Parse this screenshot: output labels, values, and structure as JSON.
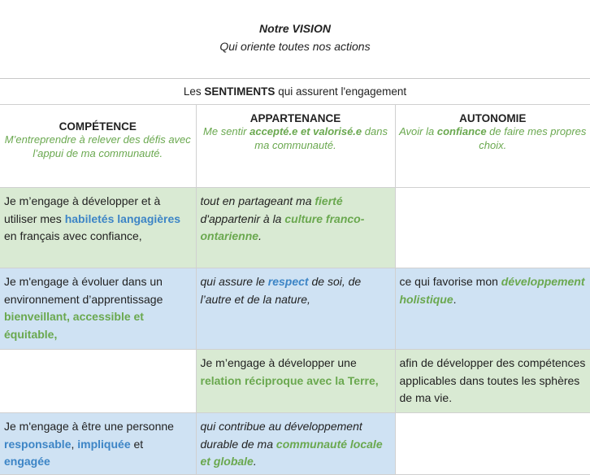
{
  "vision": {
    "title": "Notre VISION",
    "subtitle": "Qui oriente toutes nos actions"
  },
  "banner": {
    "pre": "Les ",
    "bold": "SENTIMENTS",
    "post": " qui assurent l'engagement"
  },
  "columns": [
    {
      "title": "COMPÉTENCE",
      "sub_a": "M’entreprendre à relever des défis avec l’appui de ma communauté.",
      "sub_b": "",
      "sub_c": ""
    },
    {
      "title": "APPARTENANCE",
      "sub_a": "Me sentir ",
      "sub_b": "accepté.e et valorisé.e",
      "sub_c": " dans ma communauté."
    },
    {
      "title": "AUTONOMIE",
      "sub_a": "Avoir la ",
      "sub_b": "confiance",
      "sub_c": " de faire mes propres choix."
    }
  ],
  "rows": [
    {
      "c1": {
        "t1": "Je m’engage à développer et à utiliser mes ",
        "k1": "habiletés langagières",
        "t2": " en français avec confiance,"
      },
      "c2": {
        "t1": "tout en partageant ma ",
        "k1": "fierté",
        "t2": " d'appartenir à la ",
        "k2": "culture franco-ontarienne",
        "t3": "."
      },
      "c3": {}
    },
    {
      "c1": {
        "t1": "Je m'engage à évoluer dans un environnement d’apprentissage ",
        "k1": "bienveillant, accessible et équitable,"
      },
      "c2": {
        "t1": "qui assure le ",
        "k1": "respect",
        "t2": " de soi, de l’autre et de la nature,"
      },
      "c3": {
        "t1": "ce qui favorise mon ",
        "k1": "développement holistique",
        "t2": "."
      }
    },
    {
      "c1": {},
      "c2": {
        "t1": "Je m’engage à développer une ",
        "k1": "relation réciproque avec la Terre,"
      },
      "c3": {
        "t1": "afin de développer des compétences applicables dans toutes les sphères de ma vie."
      }
    },
    {
      "c1": {
        "t1": "Je m'engage à être une personne ",
        "k1": "responsable",
        "t2": ", ",
        "k2": "impliquée",
        "t3": " et ",
        "k3": "engagée"
      },
      "c2": {
        "t1": "qui contribue au développement durable de ma ",
        "k1": "communauté locale et globale",
        "t2": "."
      },
      "c3": {}
    }
  ],
  "colors": {
    "green_bg": "#d9ead3",
    "blue_bg": "#cfe2f3",
    "green_text": "#6aa84f",
    "blue_text": "#3d85c6"
  }
}
